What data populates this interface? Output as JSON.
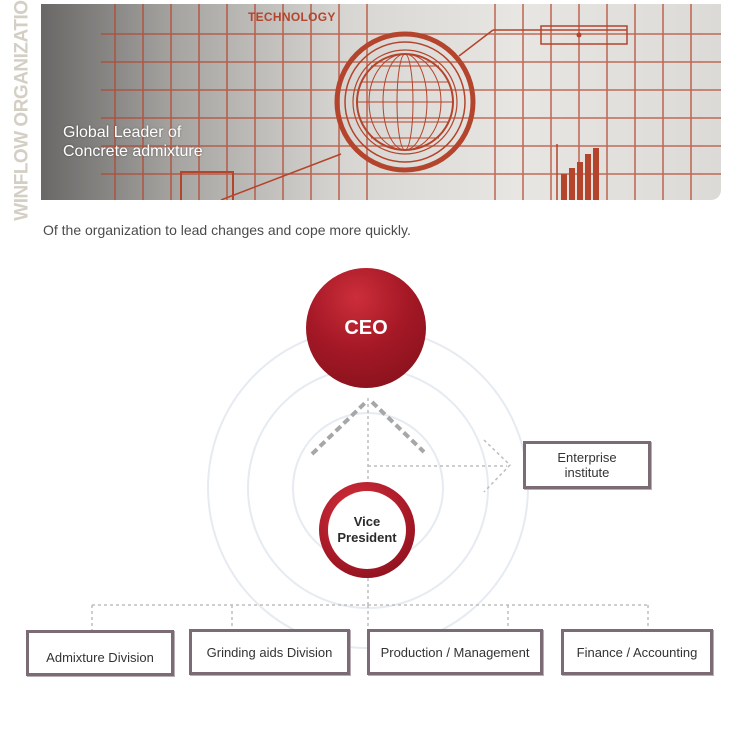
{
  "side_label": "WINFLOW ORGANIZATION",
  "banner": {
    "tag": "TECHNOLOGY",
    "title_line1": "Global Leader of",
    "title_line2": "Concrete admixture"
  },
  "intro": "Of the organization to lead changes and cope more quickly.",
  "org": {
    "ceo": "CEO",
    "vice_president_line1": "Vice",
    "vice_president_line2": "President",
    "enterprise_line1": "Enterprise",
    "enterprise_line2": "institute",
    "divisions": [
      "Admixture Division",
      "Grinding aids Division",
      "Production / Management",
      "Finance / Accounting"
    ]
  },
  "colors": {
    "accent": "#a51826",
    "box_border": "#7b6b75",
    "banner_line": "#b4442c"
  }
}
